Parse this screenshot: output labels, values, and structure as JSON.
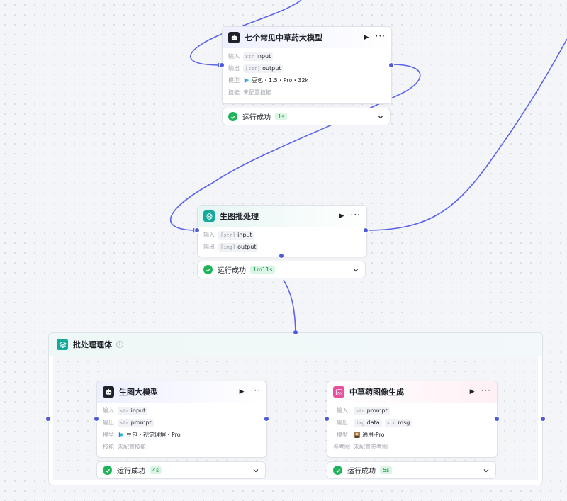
{
  "labels": {
    "input": "输入",
    "output": "输出",
    "model": "模型",
    "skill": "技能",
    "ref_image": "参考图"
  },
  "node_herbal_llm": {
    "title": "七个常见中草药大模型",
    "inputs": [
      {
        "type": "str",
        "name": "input"
      }
    ],
    "outputs": [
      {
        "type": "[str]",
        "name": "output"
      }
    ],
    "model": "豆包・1.5・Pro・32k",
    "skill": "未配置技能",
    "status": "运行成功",
    "time": "1s"
  },
  "node_batch": {
    "title": "生图批处理",
    "inputs": [
      {
        "type": "[str]",
        "name": "input"
      }
    ],
    "outputs": [
      {
        "type": "[img]",
        "name": "output"
      }
    ],
    "status": "运行成功",
    "time": "1m11s"
  },
  "batch_group": {
    "title": "批处理理体"
  },
  "node_image_llm": {
    "title": "生图大模型",
    "inputs": [
      {
        "type": "str",
        "name": "input"
      }
    ],
    "outputs": [
      {
        "type": "str",
        "name": "prompt"
      }
    ],
    "model": "豆包・视觉理解・Pro",
    "skill": "未配置技能",
    "status": "运行成功",
    "time": "4s"
  },
  "node_herbal_image": {
    "title": "中草药图像生成",
    "inputs": [
      {
        "type": "str",
        "name": "prompt"
      }
    ],
    "outputs": [
      {
        "type": "img",
        "name": "data"
      },
      {
        "type": "str",
        "name": "msg"
      }
    ],
    "model": "通用-Pro",
    "ref_image": "未配置参考图",
    "status": "运行成功",
    "time": "5s"
  },
  "colors": {
    "edge": "#5b63e6",
    "success": "#1fb35a",
    "port": "#4d5bdb"
  },
  "icons": {
    "llm_node": "robot-icon",
    "batch_node": "layers-icon",
    "image_node": "image-icon",
    "status_ok": "check-circle-icon",
    "expand": "chevron-down-icon",
    "run": "play-icon",
    "more": "more-icon"
  }
}
